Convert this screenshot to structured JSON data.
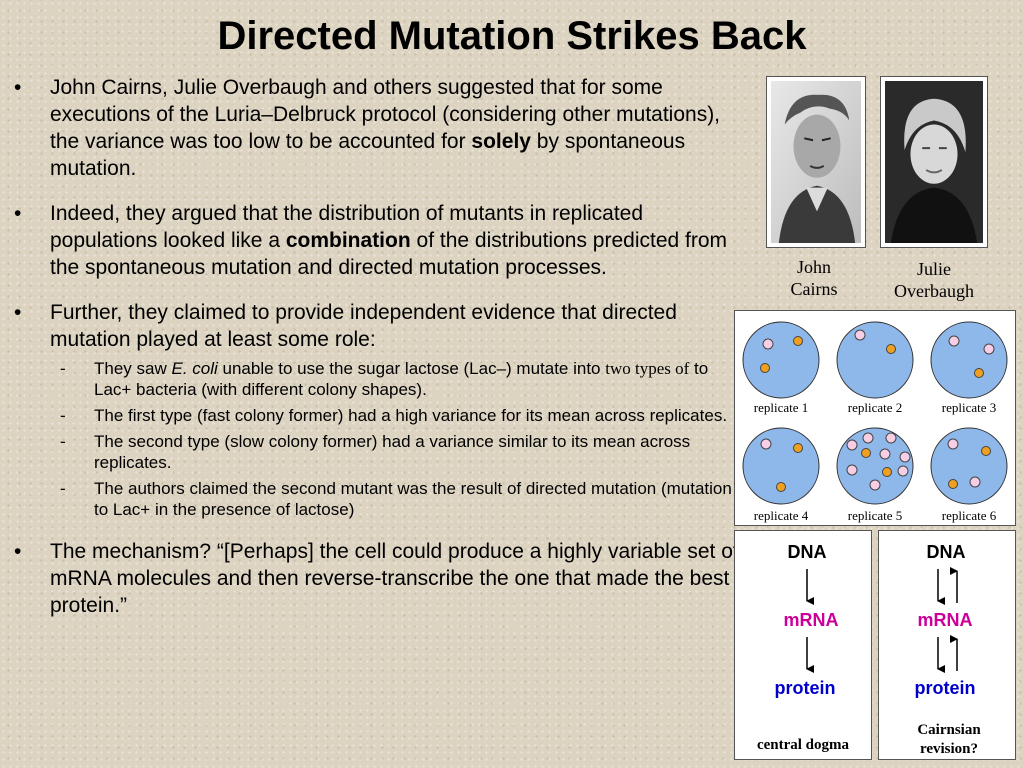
{
  "title": "Directed Mutation Strikes Back",
  "bullets": [
    {
      "pre": "John Cairns, Julie Overbaugh and others suggested that for some executions of the Luria–Delbruck protocol (considering other mutations), the variance was too low to be accounted for ",
      "bold": "solely",
      "post": " by spontaneous mutation."
    },
    {
      "pre": "Indeed, they argued that the distribution of mutants in replicated populations looked like a ",
      "bold": "combination",
      "post": " of the distributions predicted from the spontaneous mutation and directed mutation processes."
    },
    {
      "text": "Further, they claimed to provide independent evidence that directed mutation played at least some role:"
    },
    {
      "text": "The mechanism?  “[Perhaps] the cell could produce a highly variable set of mRNA molecules and then reverse-transcribe the one that made the best protein.”"
    }
  ],
  "sub_bullets": {
    "s1_a": "They saw ",
    "s1_ecoli": "E. coli",
    "s1_b": " unable to use the sugar lactose (Lac–) mutate into ",
    "s1_two": "two types of",
    "s1_c": " to Lac+ bacteria (with different colony shapes).",
    "s2": "The first type (fast colony former) had a high variance for its mean across replicates.",
    "s3": "The second type (slow colony former) had a variance similar to its mean across replicates.",
    "s4": "The authors claimed the second mutant was the result of directed mutation (mutation to Lac+ in the presence of lactose)"
  },
  "bullet_symbol": "•",
  "dash_symbol": "-",
  "photos": {
    "cairns_caption_1": "John",
    "cairns_caption_2": "Cairns",
    "overbaugh_caption_1": "Julie",
    "overbaugh_caption_2": "Overbaugh"
  },
  "replicates": [
    "replicate 1",
    "replicate 2",
    "replicate 3",
    "replicate 4",
    "replicate 5",
    "replicate 6"
  ],
  "dogma_left": {
    "dna": "DNA",
    "mrna": "mRNA",
    "protein": "protein",
    "caption": "central dogma"
  },
  "dogma_right": {
    "dna": "DNA",
    "mrna": "mRNA",
    "protein": "protein",
    "caption_1": "Cairnsian",
    "caption_2": "revision?"
  },
  "colors": {
    "dish_fill": "#8fb8ea",
    "pink_colony": "#f6cfe6",
    "orange_colony": "#f0a020",
    "mrna": "#cc0099",
    "protein": "#0000cc"
  }
}
